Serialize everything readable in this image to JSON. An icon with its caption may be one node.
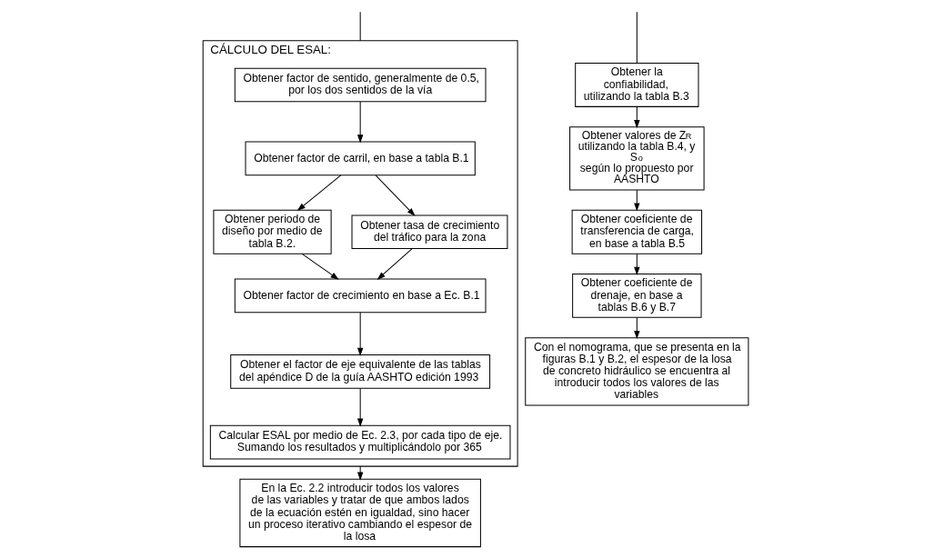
{
  "diagram": {
    "nodes": [
      {
        "text": [
          "CÁLCULO DEL ESAL:"
        ]
      },
      {
        "text": [
          "Obtener factor de sentido, generalmente de 0.5, por los dos sentidos de la vía"
        ],
        "in": 0
      },
      {
        "text": [
          "Obtener factor de carril, en base a tabla B.1"
        ],
        "in": 0
      },
      {
        "text": [
          "Obtener periodo de diseño por medio de tabla B.2."
        ],
        "in": 0
      },
      {
        "text": [
          "Obtener tasa de crecimiento del tráfico para la zona"
        ],
        "in": 0
      },
      {
        "text": [
          "Obtener factor de crecimiento en base a Ec. B.1"
        ],
        "in": 0
      },
      {
        "text": [
          "Obtener el factor de eje equivalente de las tablas del apéndice D de la guía AASHTO edición 1993"
        ],
        "in": 0
      },
      {
        "text": [
          "Calcular ESAL por medio de Ec. 2.3, por cada tipo de eje. Sumando los resultados y multiplicándolo por 365"
        ],
        "in": 0
      },
      {
        "text": [
          "En la Ec. 2.2 introducir todos los valores de las variables y tratar de que ambos lados de la ecuación estén en igualdad, sino hacer un proceso iterativo cambiando el espesor de la losa"
        ]
      },
      {
        "text": [
          "Obtener la confiabilidad, utilizando la tabla B.3"
        ]
      },
      {
        "text": [
          "Obtener valores de Z$_{R}$ utilizando la tabla B.4, y S$_{o}$ según lo propuesto por AASHTO"
        ]
      },
      {
        "text": [
          "Obtener coeficiente de transferencia de carga, en base a tabla B.5"
        ]
      },
      {
        "text": [
          "Obtener coeficiente de drenaje, en base a tablas B.6 y B.7"
        ]
      },
      {
        "text": [
          "Con el nomograma, que se presenta en la figuras B.1 y B.2, el espesor de la losa de concreto hidráulico se encuentra al introducir todos los valores de las variables"
        ]
      }
    ],
    "edges": [
      {
        "from": null,
        "to": 0,
        "arrow": "none"
      },
      {
        "from": 1,
        "to": 2,
        "arrow": "to"
      },
      {
        "from": 2,
        "to": 3,
        "arrow": "to"
      },
      {
        "from": 2,
        "to": 4,
        "arrow": "to"
      },
      {
        "from": 3,
        "to": 5,
        "arrow": "to"
      },
      {
        "from": 4,
        "to": 5,
        "arrow": "to"
      },
      {
        "from": 5,
        "to": 6,
        "arrow": "to"
      },
      {
        "from": 6,
        "to": 7,
        "arrow": "to"
      },
      {
        "from": 0,
        "to": 8,
        "arrow": "to"
      },
      {
        "from": null,
        "to": 9,
        "arrow": "none"
      },
      {
        "from": 9,
        "to": 10,
        "arrow": "to"
      },
      {
        "from": 10,
        "to": 11,
        "arrow": "to"
      },
      {
        "from": 11,
        "to": 12,
        "arrow": "to"
      },
      {
        "from": 12,
        "to": 13,
        "arrow": "to"
      }
    ]
  }
}
